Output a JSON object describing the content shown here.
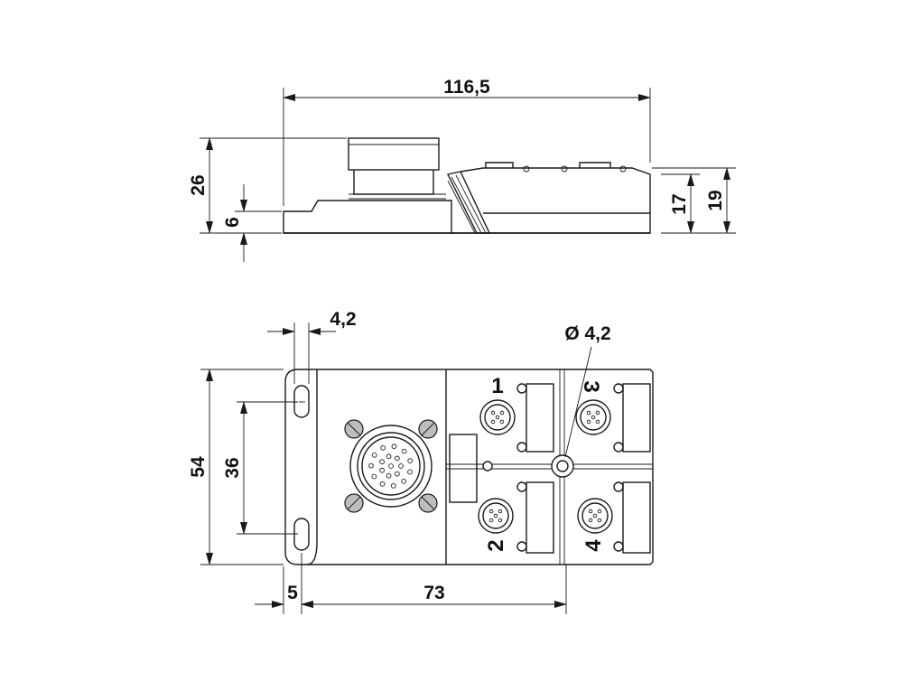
{
  "colors": {
    "line": "#1a1a1a",
    "background": "#ffffff",
    "screw_fill": "#bdbdbd"
  },
  "dimensions": {
    "side_view": {
      "total_length": "116,5",
      "total_height": "26",
      "base_height": "6",
      "body_height": "17",
      "body_height_with_caps": "19"
    },
    "top_view": {
      "slot_width": "4,2",
      "hole_diameter": "Ø 4,2",
      "total_width": "54",
      "hole_spacing": "36",
      "edge_offset": "5",
      "hole_distance": "73"
    }
  },
  "ports": [
    {
      "number": "1"
    },
    {
      "number": "2"
    },
    {
      "number": "3"
    },
    {
      "number": "4"
    }
  ]
}
